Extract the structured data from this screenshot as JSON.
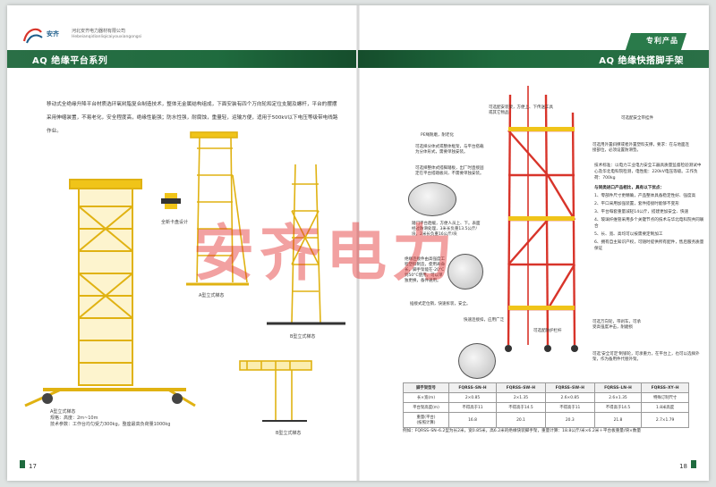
{
  "brand": {
    "logo_text": "安齐",
    "company_cn": "河北安齐电力器材有限公司",
    "company_en": "Hebeianqidianliqicaiyouxiangongsi"
  },
  "left": {
    "section_title": "AQ  绝缘平台系列",
    "intro": "移动式全绝缘升降平台材质选环氧树脂复合制造技术，整体无金属结构组成，下面安装有四个万向轮和定位支腿及螺杆，平台的摆摆采用伸缩装置，不易老化，安全程度高，绝缘性能强；防水性强，耐腐蚀，重量轻，运输方便，适用于500kV以下电压等级带电线路作业。",
    "captions": {
      "detail": "全新卡盘设计",
      "a_type": "A型立式梯态",
      "b_type": "B型立式梯态",
      "bottom_left": "A型立式梯态\n规格：高度：2m~10m\n技术参数：工作台均匀受力300kg，整座最高负荷量1000kg",
      "b_type_2": "B型立式梯态"
    },
    "page_number": "17"
  },
  "right": {
    "tag": "专利产品",
    "section_title": "AQ  绝缘快搭脚手架",
    "callouts": [
      "可选配安装架，方便上、下传送工具或其它物品",
      "PE绳耐磨，耐老化",
      "可选择分体式或整体框架，与平台搭载为分体形式，需要单独安装。",
      "可选择整体式搭脚踏板，出厂时直接固定在平台搭踏板间，不需要单独安装。",
      "踏门平台趋缓，方便人员上、下。表面经过防滑处理，3米长负重13.5公斤/块，2米长负重16公斤/块",
      "绝缘连接件由高强度工程塑料制造，使用寿命长，脚手架能在-20°C到50°C使用，可以单独更换，备件通用。",
      "插接式定位销，快速拆装，安全。",
      "快速连接扣，应用广泛",
      "可选配安全带挂件",
      "可选用外置斜撑或者外置塑料支撑，要求：在与地面连接部位，必须设置防滑垫。",
      "可选配防护栏杆"
    ],
    "features_head": "与同类进口产品相比，具有以下优点：",
    "tech": "技术标准：以电力工业电力安全工器具质量监督检验测试中心及华北电科院检测，电性能：220kV电压等级。工作负荷：700kg",
    "features": [
      "1、零部件尺寸更精确，产品整体具备稳定性好、强度高",
      "2、平口采用加强装置，套件搭接时能够不变形",
      "3、平台每套重量减轻14公斤，搭建更加安全、快速",
      "4、玻璃纤维管采用多个关键节点的技术与华北电科院共同联合",
      "5、长、宽、高均可以按需要定制加工",
      "6、拥有自主知识产权，可随时提供所有配件，售后服务质量保证"
    ],
    "caster_note": "可选万向轮，带刹车，可承受高强度冲击，耐磨损",
    "caster_note2": "可选'安全可定'制锁轮，可承重力，在平台上，也可以选择外架，作为备用件代替外架。",
    "table": {
      "headers": [
        "脚手架型号",
        "FQRSS–SN–H",
        "FQRSS–SW–H",
        "FQRSS–SW–H",
        "FQRSS–LN–H",
        "FQRSS–XY–H"
      ],
      "rows": [
        [
          "长×宽(m)",
          "2×0.85",
          "2×1.35",
          "2.6×0.85",
          "2.6×1.35",
          "特殊订制尺寸"
        ],
        [
          "平台架高度(m)",
          "不得高于11",
          "不得高于14.5",
          "不得高于11",
          "不得高于14.5",
          "1.8米高度"
        ],
        [
          "重量(平台)\n(按照计算)",
          "16.8",
          "20.1",
          "20.3",
          "21.8",
          "2.7×1.79"
        ]
      ]
    },
    "example": "例如：FQRSS–SN–6.2型为长2米，宽0.85米，高6.2米的绝缘快装脚手架，重量计算：18.8公斤/米×6.2米＋平台板重量/块×数量",
    "page_number": "18"
  },
  "watermark": "安齐电力",
  "colors": {
    "accent_green": "#1f6b3e",
    "ladder_yellow": "#f0c419",
    "scaffold_red": "#d8342a",
    "watermark_red": "#e22e2e"
  }
}
